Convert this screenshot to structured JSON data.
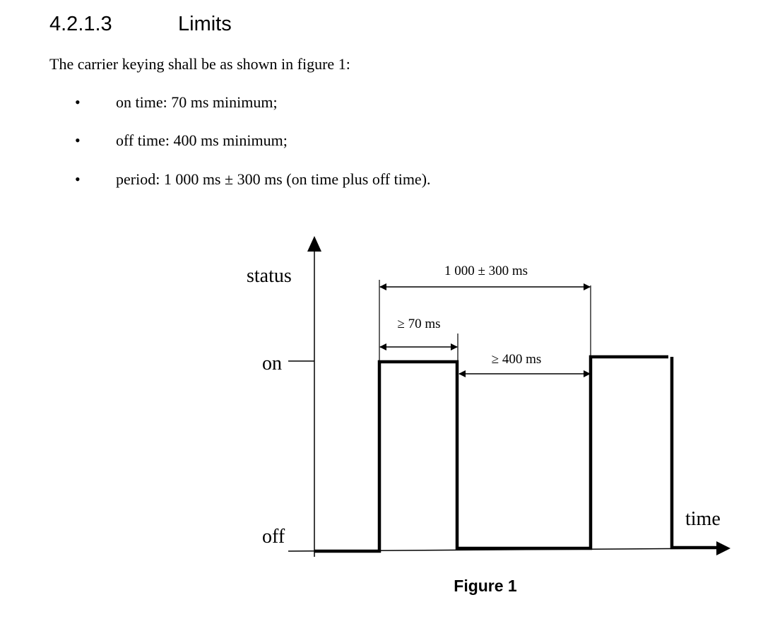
{
  "section": {
    "number": "4.2.1.3",
    "title": "Limits"
  },
  "intro": "The carrier keying shall be as shown in figure 1:",
  "bullets": [
    "on time: 70 ms minimum;",
    "off time: 400 ms minimum;",
    "period: 1 000 ms ± 300 ms (on time plus off time)."
  ],
  "bullet_glyph": "•",
  "figure": {
    "y_axis_label": "status",
    "x_axis_label": "time",
    "level_on": "on",
    "level_off": "off",
    "dim_period": "1 000 ± 300 ms",
    "dim_on_time": "≥ 70 ms",
    "dim_off_time": "≥ 400 ms",
    "caption": "Figure 1"
  }
}
